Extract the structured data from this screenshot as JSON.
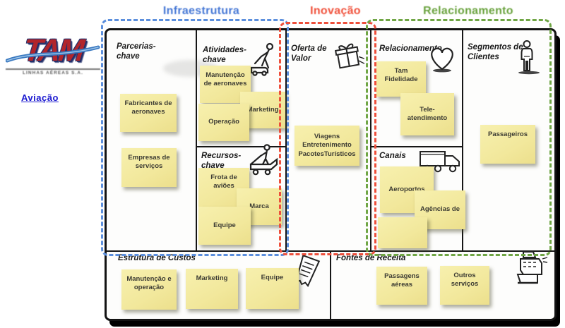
{
  "logo": {
    "name": "TAM",
    "tagline": "LINHAS AÉREAS S.A.",
    "link": "Aviação"
  },
  "legend": {
    "infrastructure": {
      "label": "Infraestrutura",
      "color": "#4577d5"
    },
    "innovation": {
      "label": "Inovação",
      "color": "#f0503a"
    },
    "relationship": {
      "label": "Relacionamento",
      "color": "#69a23d"
    }
  },
  "colors": {
    "note_fill": "#f2e89c",
    "canvas_border": "#131313",
    "logo_red": "#b2252b",
    "swoosh_blue": "#3a79c0",
    "link_blue": "#1a18d0"
  },
  "icons": {
    "atividades": "cleaning-worker-icon",
    "recursos": "pallet-truck-worker-icon",
    "oferta": "gift-box-icon",
    "relacionamento": "heart-icon",
    "canais": "delivery-truck-icon",
    "segmentos": "person-icon",
    "custos": "receipt-icon",
    "receita": "cash-register-icon"
  },
  "sections": {
    "parcerias": {
      "title": "Parcerias-\nchave",
      "notes": [
        "Fabricantes de\naeronaves",
        "Empresas de\nserviços"
      ]
    },
    "atividades": {
      "title": "Atividades-\nchave",
      "notes": [
        "Manutenção\nde aeronaves",
        "Marketing",
        "Operação"
      ]
    },
    "recursos": {
      "title": "Recursos-\nchave",
      "notes": [
        "Frota de\naviões",
        "Marca",
        "Equipe"
      ]
    },
    "oferta": {
      "title": "Oferta de\nValor",
      "notes": [
        "Viagens\nEntretenimento\nPacotesTurísticos"
      ]
    },
    "relacionamento": {
      "title": "Relacionamento",
      "notes": [
        "Tam\nFidelidade",
        "Tele-\natendimento"
      ]
    },
    "canais": {
      "title": "Canais",
      "notes": [
        "Aeroportos",
        "Agências de",
        ""
      ]
    },
    "segmentos": {
      "title": "Segmentos de\nClientes",
      "notes": [
        "Passageiros"
      ]
    },
    "custos": {
      "title": "Estrutura de Custos",
      "notes": [
        "Manutenção e\noperação",
        "Marketing",
        "Equipe"
      ]
    },
    "receita": {
      "title": "Fontes de Receita",
      "notes": [
        "Passagens\naéreas",
        "Outros\nserviços"
      ]
    }
  }
}
